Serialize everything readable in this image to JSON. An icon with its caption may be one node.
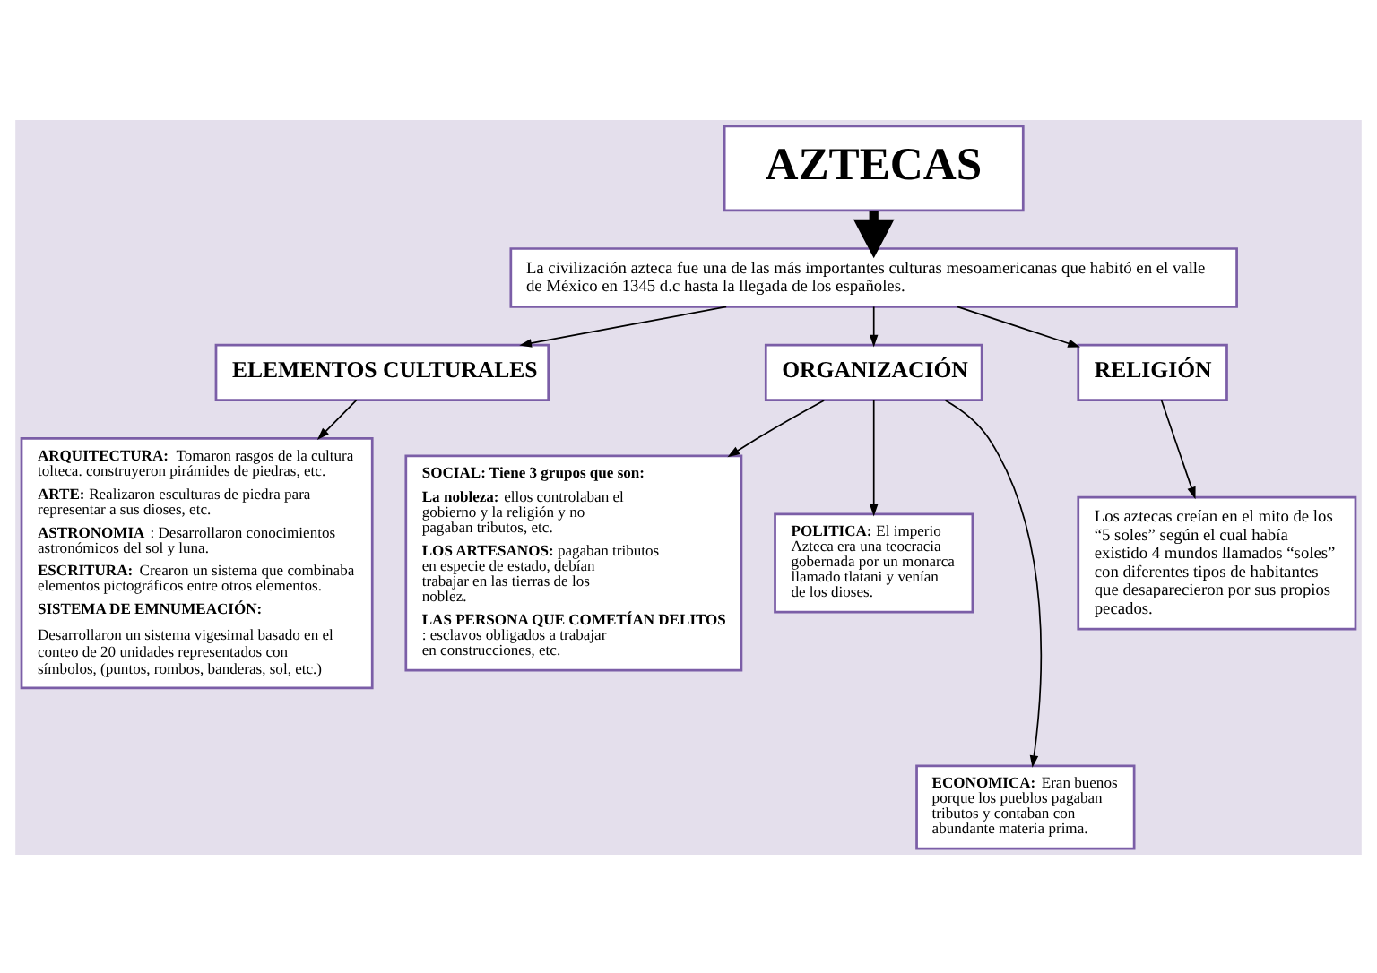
{
  "diagram": {
    "nodes": [
      {
        "text": [
          "AZTECAS"
        ]
      },
      {
        "text": [
          "La civilización azteca fue una de las más importantes culturas mesoamericanas que habitó en el valle de México en 1345 d.c hasta la llegada de los españoles."
        ]
      },
      {
        "text": [
          "ELEMENTOS CULTURALES"
        ]
      },
      {
        "text": [
          "ORGANIZACIÓN"
        ]
      },
      {
        "text": [
          "RELIGIÓN"
        ]
      },
      {
        "text": [
          "**ARQUITECTURA:** Tomaron rasgos de la cultura tolteca. construyeron pirámides de piedras, etc.",
          "**ARTE:** Realizaron esculturas de piedra para representar a sus dioses, etc.",
          "**ASTRONOMIA**: Desarrollaron conocimientos astronómicos del sol y luna.",
          "**ESCRITURA:** Crearon un sistema que combinaba elementos pictográficos entre otros elementos.",
          "SISTEMA DE EMNUMEACIÓN:",
          "Desarrollaron un sistema vigesimal basado en el conteo de 20 unidades representados con símbolos, (puntos, rombos, banderas, sol, etc.)"
        ]
      },
      {
        "text": [
          "SOCIAL: Tiene 3 grupos que son:",
          "**La nobleza:** ellos controlaban el gobierno y la religión y no pagaban tributos, etc.",
          "**LOS ARTESANOS:** pagaban tributos en especie de estado, debían trabajar en las tierras de los noblez.",
          "**LAS PERSONA QUE COMETÍAN DELITOS**: esclavos obligados a trabajar en construcciones, etc."
        ]
      },
      {
        "text": [
          "**POLITICA:** El imperio Azteca era una teocracia gobernada por un monarca llamado tlatani y venían de los dioses."
        ]
      },
      {
        "text": [
          "**ECONOMICA:** Eran buenos porque los pueblos pagaban tributos y contaban con abundante materia prima."
        ]
      },
      {
        "text": [
          "Los aztecas creían en el mito de los “5 soles” según el cual había existido 4 mundos llamados “soles” con diferentes tipos de habitantes que desaparecieron por sus propios pecados."
        ]
      }
    ],
    "edges": [
      {
        "from": 0,
        "to": 1,
        "arrow": "to",
        "style": "thick"
      },
      {
        "from": 1,
        "to": 2,
        "arrow": "to"
      },
      {
        "from": 1,
        "to": 3,
        "arrow": "to"
      },
      {
        "from": 1,
        "to": 4,
        "arrow": "to"
      },
      {
        "from": 2,
        "to": 5,
        "arrow": "to"
      },
      {
        "from": 3,
        "to": 6,
        "arrow": "to"
      },
      {
        "from": 3,
        "to": 7,
        "arrow": "to"
      },
      {
        "from": 3,
        "to": 8,
        "arrow": "to"
      },
      {
        "from": 4,
        "to": 9,
        "arrow": "to"
      }
    ]
  }
}
